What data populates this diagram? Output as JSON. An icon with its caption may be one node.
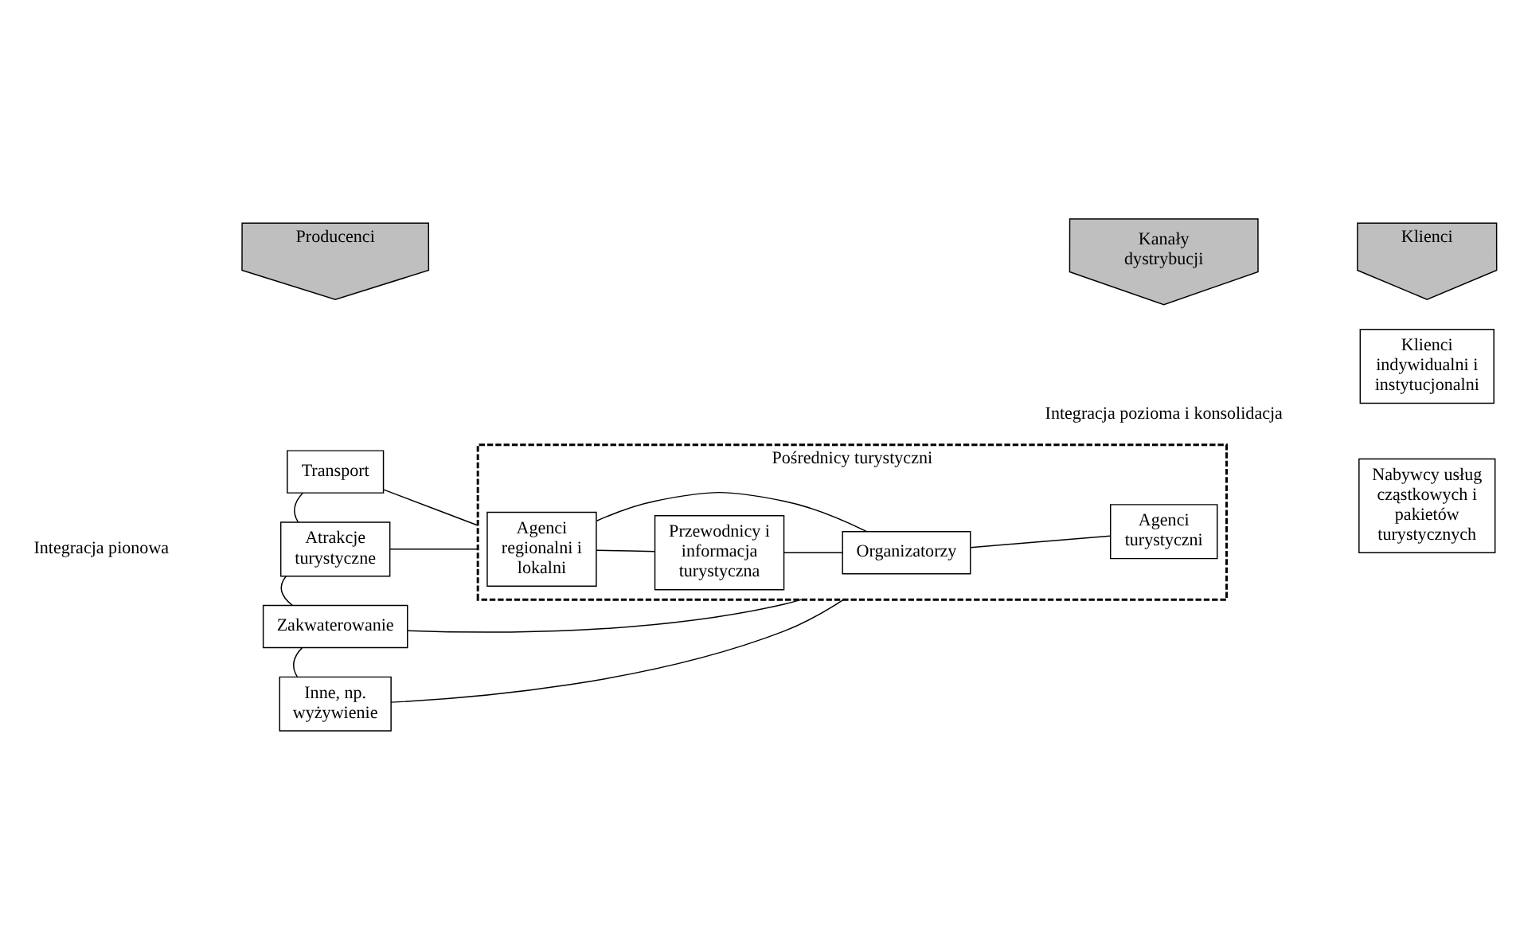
{
  "diagram": {
    "nodes": [
      {
        "text": [
          "Producenci"
        ]
      },
      {
        "text": [
          "Kanały dystrybucji"
        ]
      },
      {
        "text": [
          "Klienci"
        ]
      },
      {
        "text": [
          "Transport"
        ]
      },
      {
        "text": [
          "Atrakcje turystyczne"
        ]
      },
      {
        "text": [
          "Zakwaterowanie"
        ]
      },
      {
        "text": [
          "Inne, np. wyżywienie"
        ]
      },
      {
        "text": [
          "Pośrednicy turystyczni"
        ]
      },
      {
        "text": [
          "Agenci regionalni i lokalni"
        ],
        "in": 7
      },
      {
        "text": [
          "Przewodnicy i informacja turystyczna"
        ],
        "in": 7
      },
      {
        "text": [
          "Organizatorzy"
        ],
        "in": 7
      },
      {
        "text": [
          "Agenci turystyczni"
        ],
        "in": 7
      },
      {
        "text": [
          "Klienci indywidualni i instytucjonalni"
        ]
      },
      {
        "text": [
          "Nabywcy usług cząstkowych i pakietów turystycznych"
        ]
      }
    ],
    "edges": [
      {
        "from": 3,
        "to": 4,
        "arrow": "none"
      },
      {
        "from": 4,
        "to": 5,
        "arrow": "none"
      },
      {
        "from": 5,
        "to": 6,
        "arrow": "none"
      },
      {
        "from": 3,
        "to": 7,
        "arrow": "none"
      },
      {
        "from": 4,
        "to": 7,
        "arrow": "none"
      },
      {
        "from": 5,
        "to": 7,
        "arrow": "none"
      },
      {
        "from": 6,
        "to": 7,
        "arrow": "none"
      },
      {
        "from": 8,
        "to": 9,
        "arrow": "none"
      },
      {
        "from": 8,
        "to": 10,
        "arrow": "none"
      },
      {
        "from": 9,
        "to": 10,
        "arrow": "none"
      },
      {
        "from": 10,
        "to": 11,
        "arrow": "none"
      }
    ],
    "labels": [
      "Integracja pionowa",
      "Integracja pozioma i konsolidacja"
    ]
  }
}
